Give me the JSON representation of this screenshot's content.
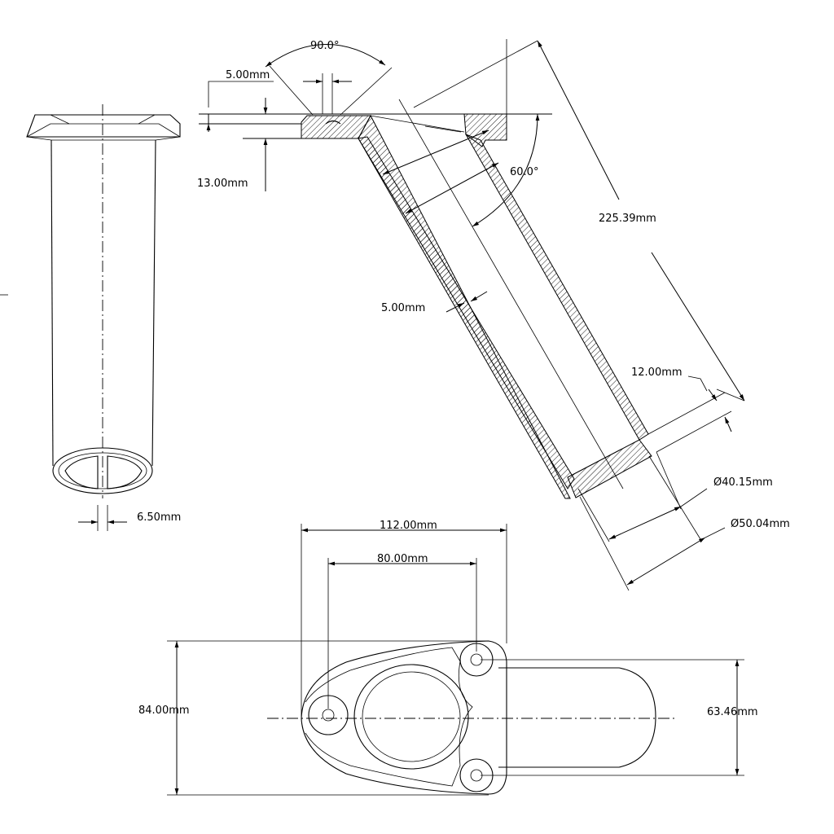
{
  "dimensions": {
    "angle_top": "90.0°",
    "flange_thickness": "5.00mm",
    "slot_depth": "13.00mm",
    "angle_tube": "60.0°",
    "tube_length": "225.39mm",
    "wall_thickness": "5.00mm",
    "bottom_thickness": "12.00mm",
    "inner_diameter": "Ø40.15mm",
    "outer_diameter": "Ø50.04mm",
    "slot_width": "6.50mm",
    "flange_length": "112.00mm",
    "hole_spacing_long": "80.00mm",
    "flange_width": "84.00mm",
    "hole_spacing_wide": "63.46mm"
  }
}
